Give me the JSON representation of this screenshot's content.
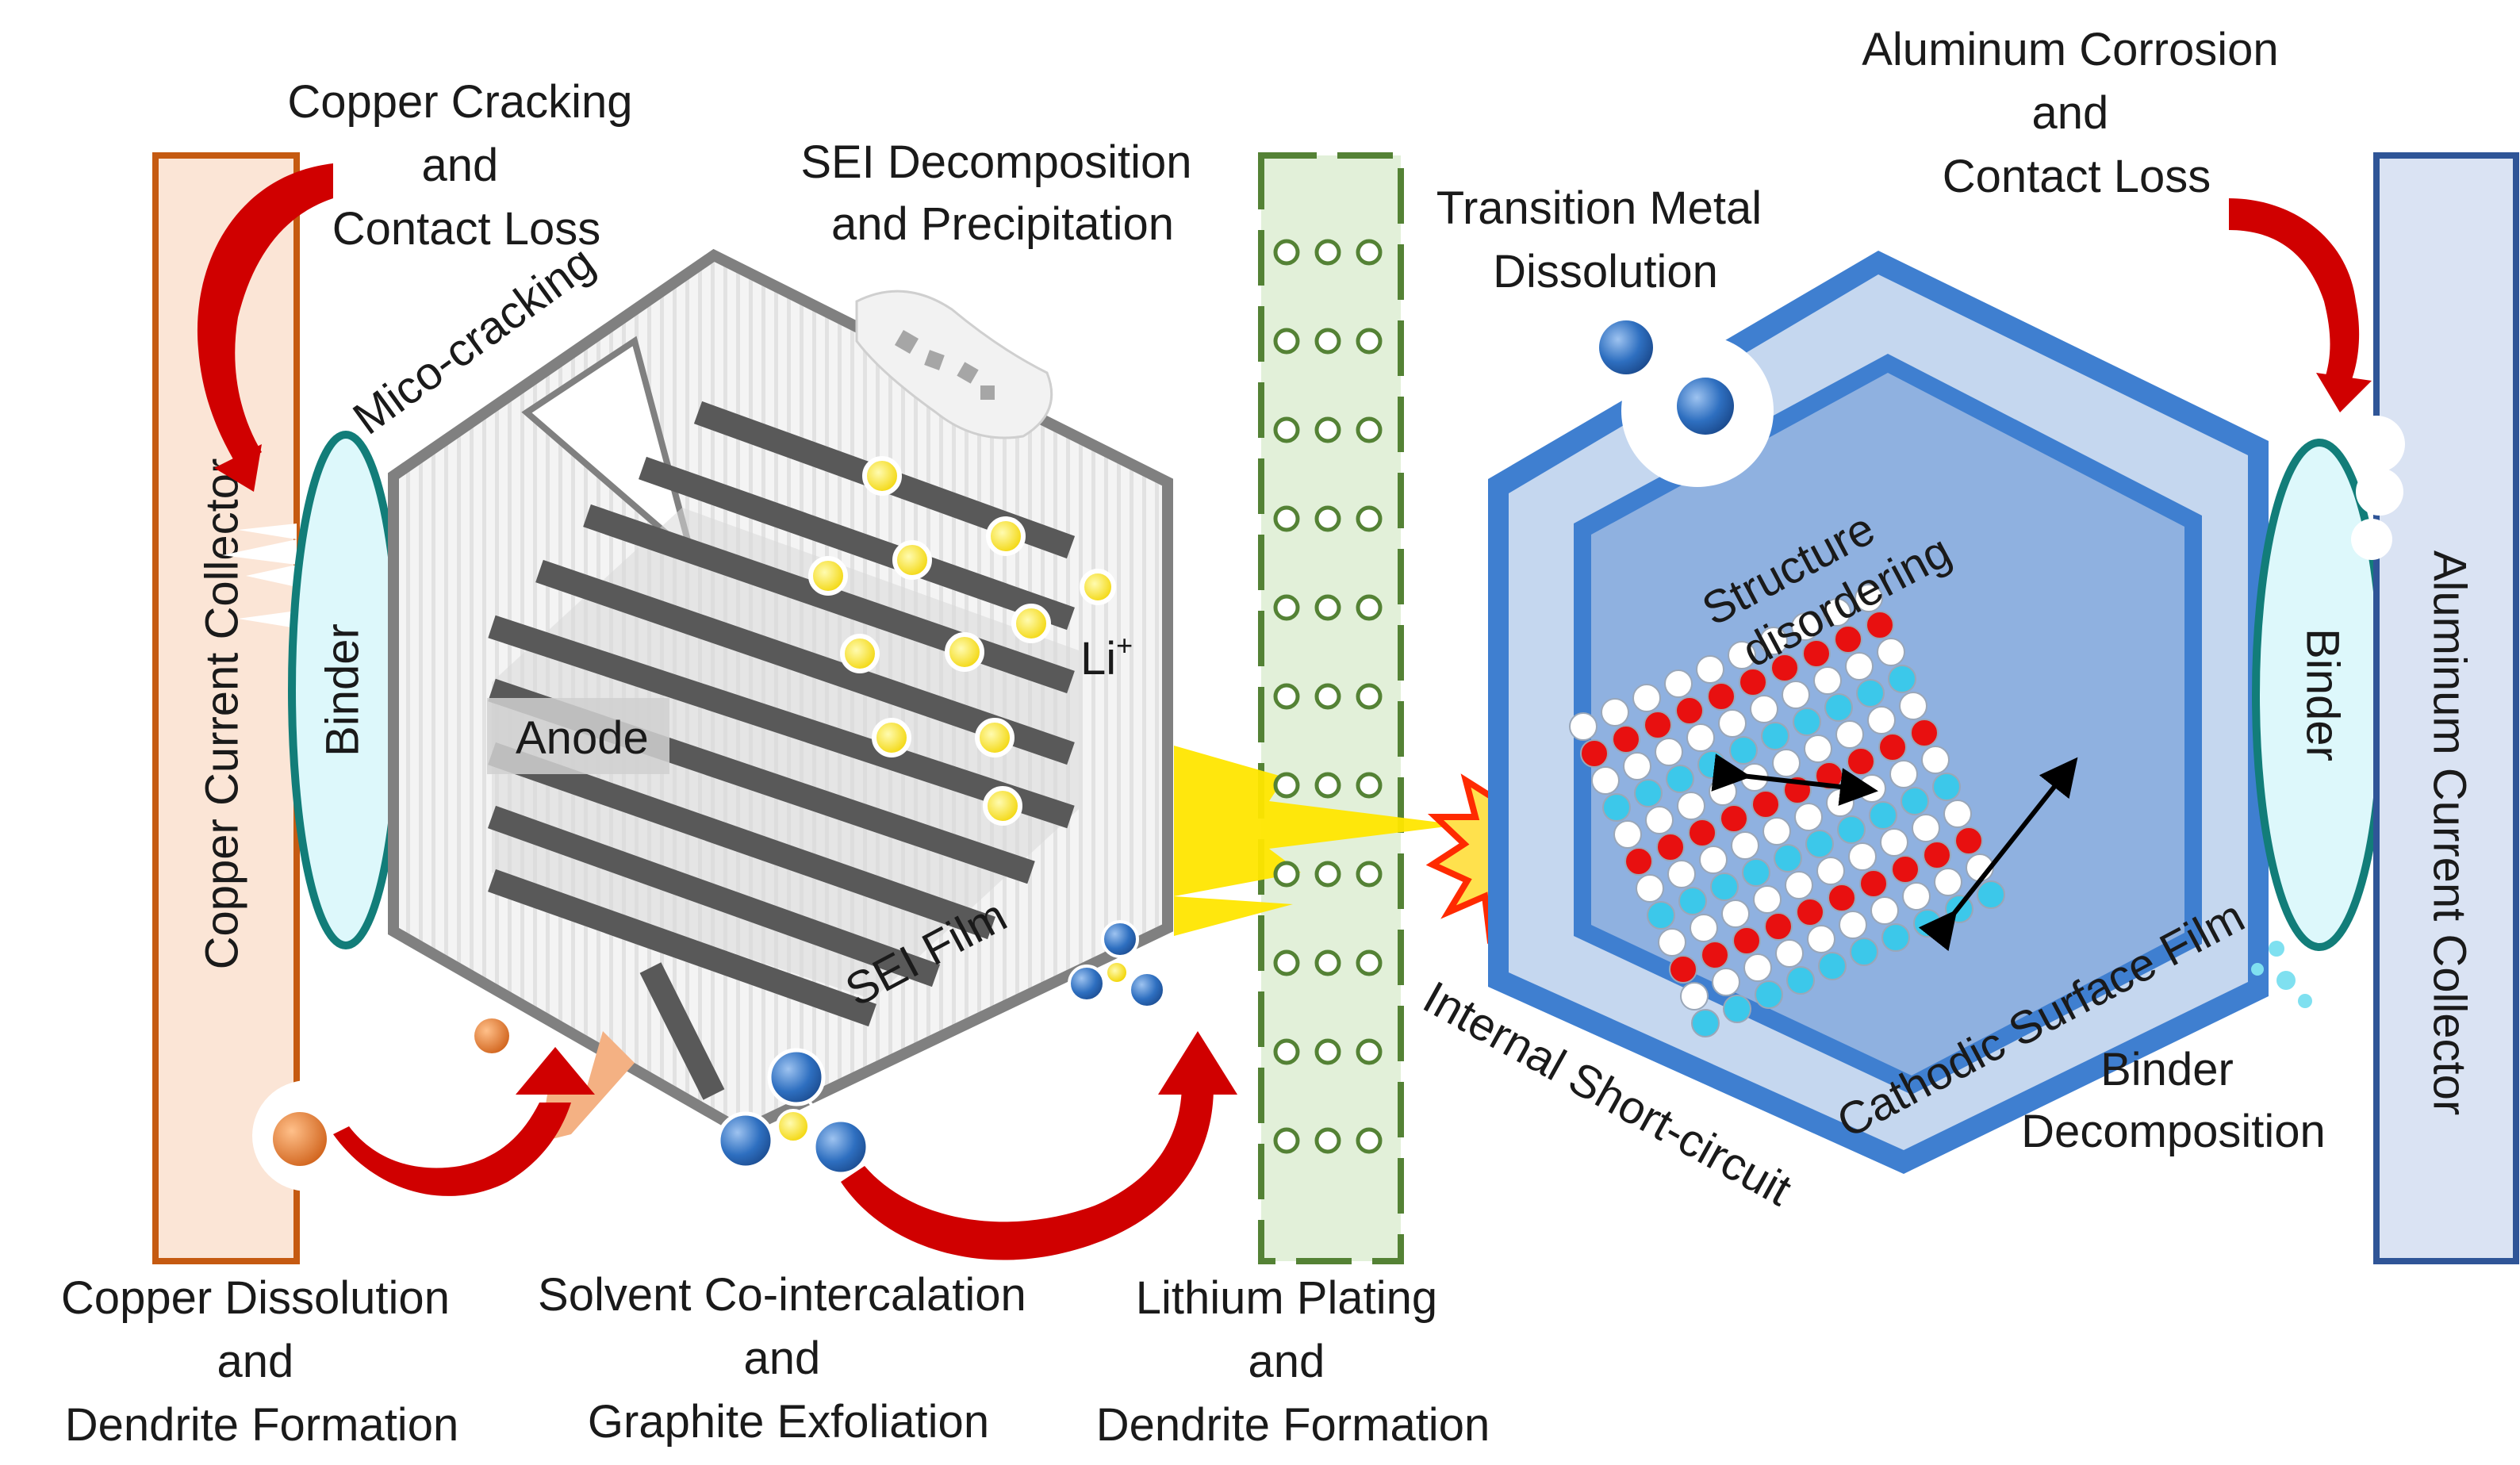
{
  "labels": {
    "copper_cracking": [
      "Copper Cracking",
      "and",
      "Contact Loss"
    ],
    "sei_decomp": [
      "SEI Decomposition",
      "and Precipitation"
    ],
    "transition_metal": [
      "Transition Metal",
      "Dissolution"
    ],
    "aluminum_corrosion": [
      "Aluminum Corrosion",
      "and",
      "Contact Loss"
    ],
    "mico_cracking": "Mico-cracking",
    "binder": "Binder",
    "copper_collector": "Copper Current Collector",
    "aluminum_collector": "Aluminum Current Collector",
    "anode": "Anode",
    "li_ion": "Li",
    "li_ion_charge": "+",
    "sei_film": "SEI Film",
    "structure_disordering": [
      "Structure",
      "disordering"
    ],
    "cathodic_film": "Cathodic Surface Film",
    "internal_short": "Internal Short-circuit",
    "binder_decomp": [
      "Binder",
      "Decomposition"
    ],
    "copper_dissolution": [
      "Copper Dissolution",
      "and",
      "Dendrite Formation"
    ],
    "solvent_cointercalation": [
      "Solvent Co-intercalation",
      "and",
      "Graphite Exfoliation"
    ],
    "lithium_plating": [
      "Lithium Plating",
      "and",
      "Dendrite Formation"
    ]
  },
  "colors": {
    "copper_collector_fill": "#fbe5d6",
    "copper_collector_stroke": "#c55a11",
    "aluminum_collector_fill": "#dae3f3",
    "aluminum_collector_stroke": "#2f5597",
    "binder_fill": "#ddf8fb",
    "binder_stroke": "#127d79",
    "separator_stroke": "#548235",
    "separator_fill": "#e2f0d9",
    "arrow_red": "#d00000",
    "li_yellow": "#ffe600",
    "cathode_outer": "#3f7fd0",
    "cathode_mid": "#c5d7ef",
    "cathode_inner": "#8fb1e0",
    "atom_red": "#e81010",
    "atom_cyan": "#3cc8ea"
  }
}
